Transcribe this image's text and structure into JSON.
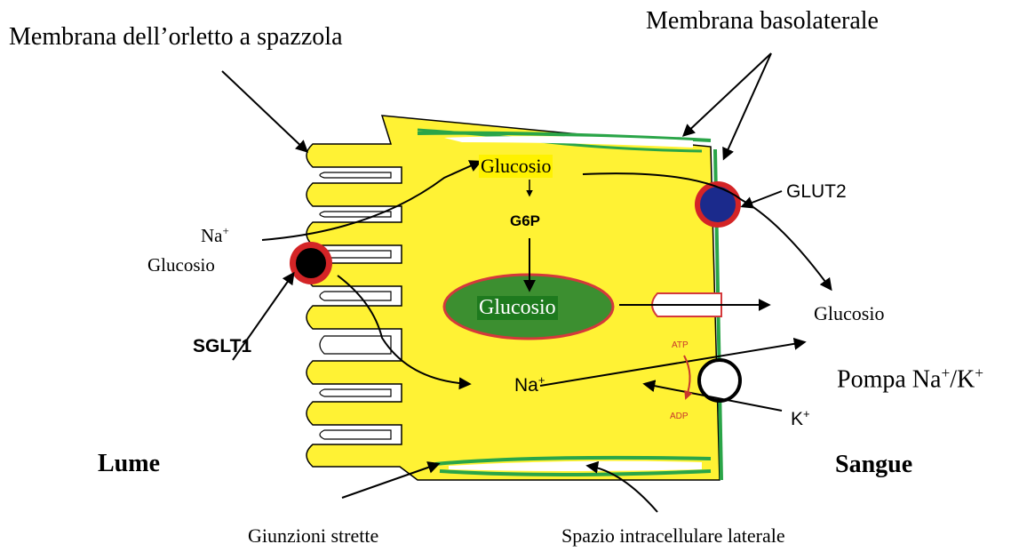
{
  "labels": {
    "brush_border": "Membrana dell’orletto a spazzola",
    "basolateral": "Membrana basolaterale",
    "na_plus_1": "Na",
    "glucose_left": "Glucosio",
    "glucose_top": "Glucosio",
    "g6p": "G6P",
    "glucose_center": "Glucosio",
    "glut2": "GLUT2",
    "sglt1": "SGLT1",
    "na_plus_2": "Na",
    "glucose_right": "Glucosio",
    "atp": "ATP",
    "adp": "ADP",
    "pump_prefix": "Pompa Na",
    "pump_mid": "/K",
    "k_plus": "K",
    "lumen": "Lume",
    "blood": "Sangue",
    "tight_junctions": "Giunzioni strette",
    "lateral_space": "Spazio intracellulare laterale",
    "plus_sign": "+"
  },
  "colors": {
    "cytoplasm": "#fff234",
    "membrane_green": "#2aa548",
    "nucleus_fill": "#3c8f30",
    "nucleus_border": "#d4393b",
    "sglt1_fill": "#000000",
    "glut2_fill": "#1b2a8c",
    "transporter_ring": "#d42426",
    "atp_color": "#c8362c",
    "glucose_highlight": "#fff200",
    "nucleus_label_bg": "#1e7a1e"
  },
  "icons": [
    "sglt1-transporter-icon",
    "glut2-transporter-icon",
    "na-k-pump-icon"
  ]
}
